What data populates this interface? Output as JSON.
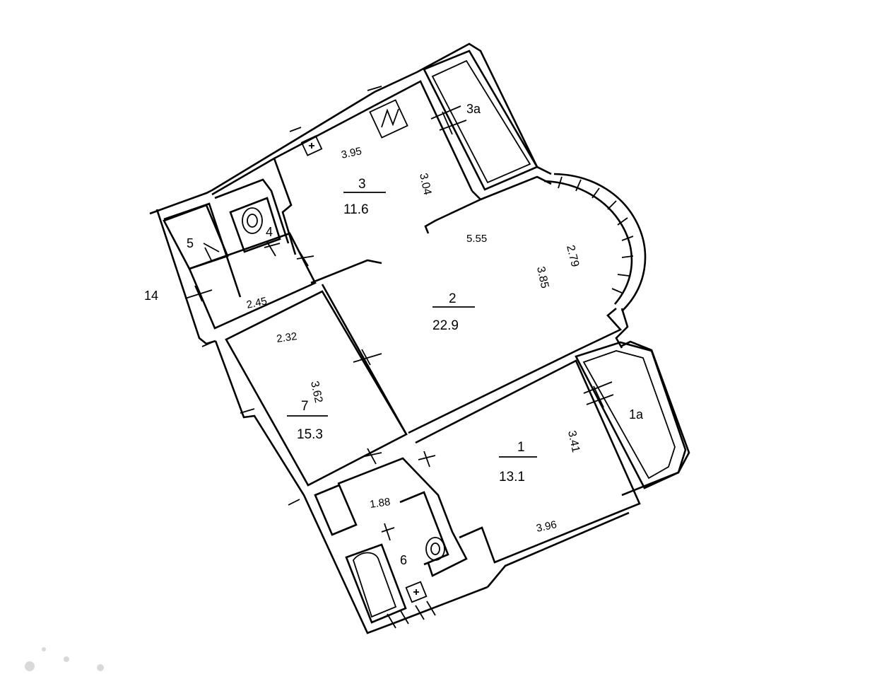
{
  "rooms": [
    {
      "number": "1",
      "area": "13.1"
    },
    {
      "number": "2",
      "area": "22.9"
    },
    {
      "number": "3",
      "area": "11.6"
    },
    {
      "number": "7",
      "area": "15.3"
    }
  ],
  "labels": {
    "room_3a": "3a",
    "room_1a": "1a",
    "room_4": "4",
    "room_5": "5",
    "room_6": "6",
    "side_14": "14"
  },
  "dimensions": {
    "d_395": "3.95",
    "d_304": "3.04",
    "d_555": "5.55",
    "d_385": "3.85",
    "d_279": "2.79",
    "d_245": "2.45",
    "d_232": "2.32",
    "d_362": "3.62",
    "d_188": "1.88",
    "d_341": "3.41",
    "d_396": "3.96"
  },
  "colors": {
    "line": "#000000",
    "background": "#ffffff"
  }
}
